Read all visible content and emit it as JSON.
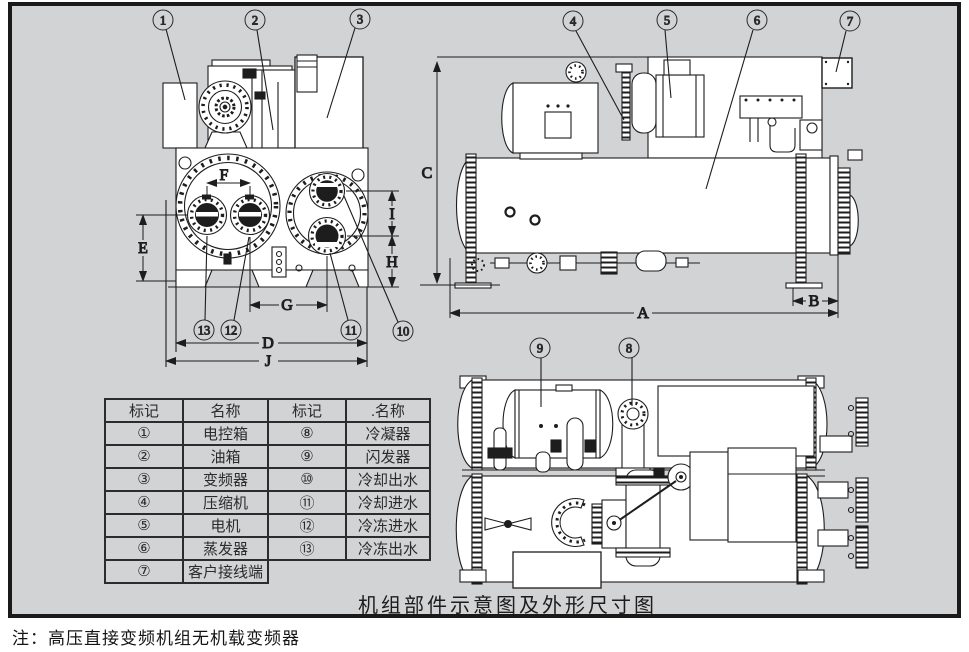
{
  "frame": {
    "background": "#d2d3d5",
    "border_color": "#1a1a1a"
  },
  "caption": "机组部件示意图及外形尺寸图",
  "note": "注：高压直接变频机组无机载变频器",
  "table": {
    "headers": [
      "标记",
      "名称",
      "标记",
      ".名称"
    ],
    "rows": [
      [
        "①",
        "电控箱",
        "⑧",
        "冷凝器"
      ],
      [
        "②",
        "油箱",
        "⑨",
        "闪发器"
      ],
      [
        "③",
        "变频器",
        "⑩",
        "冷却出水"
      ],
      [
        "④",
        "压缩机",
        "⑪",
        "冷却进水"
      ],
      [
        "⑤",
        "电机",
        "⑫",
        "冷冻进水"
      ],
      [
        "⑥",
        "蒸发器",
        "⑬",
        "冷冻出水"
      ],
      [
        "⑦",
        "客户接线端",
        "",
        ""
      ]
    ]
  },
  "drawing": {
    "callout_numbers": {
      "c1": "1",
      "c2": "2",
      "c3": "3",
      "c4": "4",
      "c5": "5",
      "c6": "6",
      "c7": "7",
      "c8": "8",
      "c9": "9",
      "c10": "10",
      "c11": "11",
      "c12": "12",
      "c13": "13"
    },
    "dimension_labels": {
      "A": "A",
      "B": "B",
      "C": "C",
      "D": "D",
      "E": "E",
      "F": "F",
      "G": "G",
      "H": "H",
      "I": "I",
      "J": "J"
    }
  }
}
